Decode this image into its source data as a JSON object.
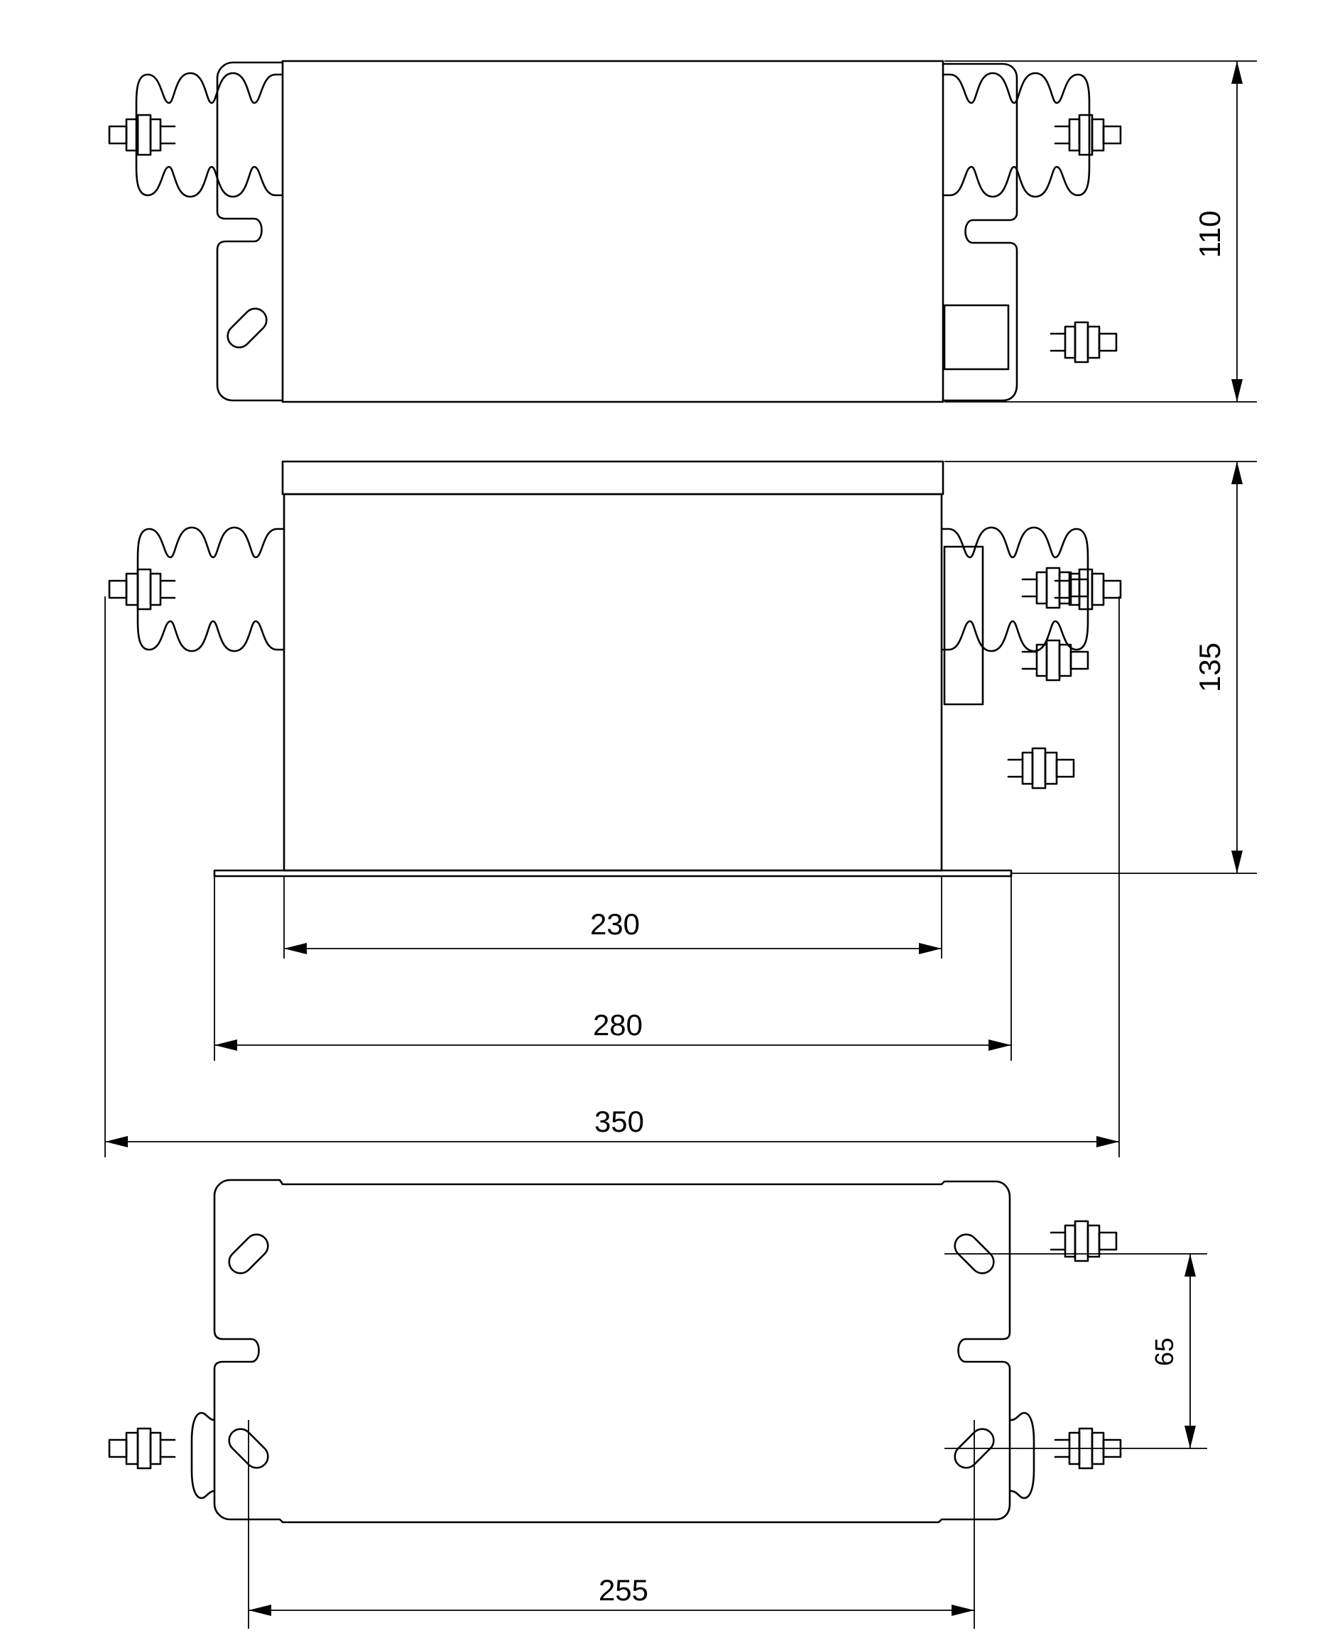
{
  "dimensions": {
    "height_top_view": "110",
    "height_side_view": "135",
    "body_length": "230",
    "plate_length": "280",
    "overall_length": "350",
    "hole_pitch_width": "65",
    "hole_pitch_length": "255"
  }
}
